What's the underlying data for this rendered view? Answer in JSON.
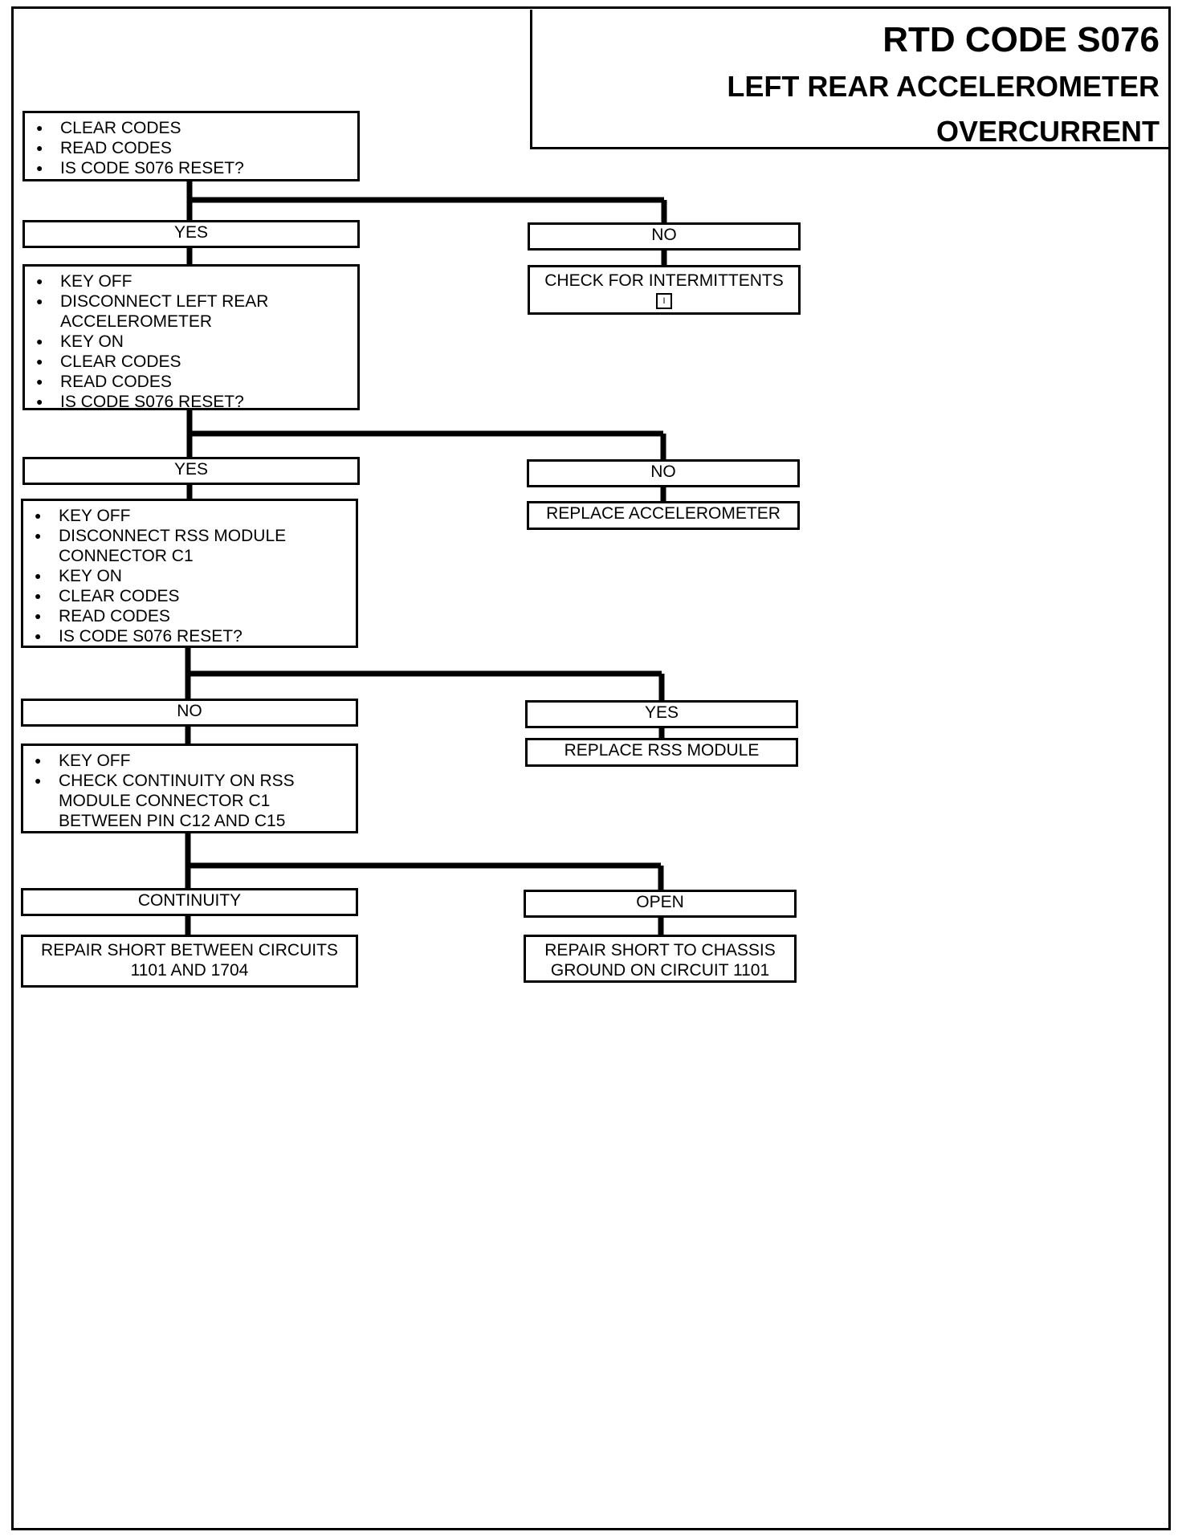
{
  "header": {
    "title": "RTD CODE S076",
    "subtitle_line1": "LEFT REAR ACCELEROMETER",
    "subtitle_line2": "OVERCURRENT"
  },
  "steps": {
    "step1": [
      "CLEAR CODES",
      "READ CODES",
      "IS CODE S076 RESET?"
    ],
    "step1_yes": "YES",
    "step1_no": "NO",
    "step1_no_action": "CHECK FOR INTERMITTENTS",
    "step2": [
      "KEY OFF",
      "DISCONNECT LEFT REAR ACCELEROMETER",
      "KEY ON",
      "CLEAR CODES",
      "READ CODES",
      "IS CODE S076 RESET?"
    ],
    "step2_yes": "YES",
    "step2_no": "NO",
    "step2_no_action": "REPLACE ACCELEROMETER",
    "step3": [
      "KEY OFF",
      "DISCONNECT RSS MODULE CONNECTOR C1",
      "KEY ON",
      "CLEAR CODES",
      "READ CODES",
      "IS CODE S076 RESET?"
    ],
    "step3_no": "NO",
    "step3_yes": "YES",
    "step3_yes_action": "REPLACE RSS MODULE",
    "step4": [
      "KEY OFF",
      "CHECK CONTINUITY ON RSS MODULE CONNECTOR C1 BETWEEN PIN C12 AND C15"
    ],
    "step4_continuity": "CONTINUITY",
    "step4_open": "OPEN",
    "step4_continuity_action_line1": "REPAIR SHORT BETWEEN CIRCUITS",
    "step4_continuity_action_line2": "1101 AND 1704",
    "step4_open_action_line1": "REPAIR SHORT TO CHASSIS",
    "step4_open_action_line2": "GROUND ON CIRCUIT 1101"
  }
}
